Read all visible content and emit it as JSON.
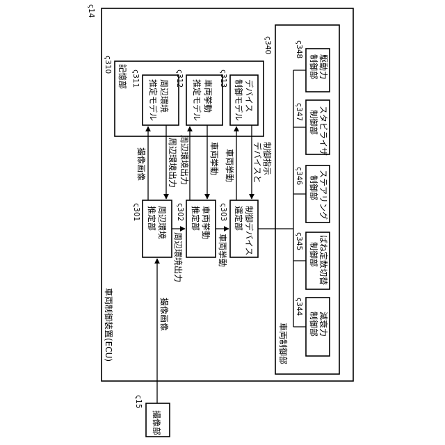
{
  "refs": {
    "ecu": "ς14",
    "camera": "ς15",
    "storage": "ς310",
    "surround_model": "ς311",
    "behavior_model": "ς312",
    "device_model": "ς313",
    "surround_est": "ς301",
    "behavior_est": "ς302",
    "device_sel": "ς303",
    "vehicle_ctrl": "ς340",
    "damping": "ς344",
    "spring": "ς345",
    "steering": "ς346",
    "stabilizer": "ς347",
    "drive": "ς348"
  },
  "labels": {
    "ecu": "車両制御装置(ECU)",
    "camera": "撮像部",
    "storage": "記憶部",
    "surround_model": [
      "周辺環境",
      "推定モデル"
    ],
    "behavior_model": [
      "車両挙動",
      "推定モデル"
    ],
    "device_model": [
      "デバイス",
      "制御モデル"
    ],
    "surround_est": [
      "周辺環境",
      "推定部"
    ],
    "behavior_est": [
      "車両挙動",
      "推定部"
    ],
    "device_sel": [
      "制御デバイス",
      "選定部"
    ],
    "vehicle_ctrl": "車両制御部",
    "damping": [
      "減衰力",
      "制御部"
    ],
    "spring": [
      "ばね定数切替",
      "制御部"
    ],
    "steering": [
      "ステアリング",
      "制御部"
    ],
    "stabilizer": [
      "スタビライザ",
      "制御部"
    ],
    "drive": [
      "駆動力",
      "制御部"
    ]
  },
  "flows": {
    "camera_image_in": "撮像画像",
    "camera_image_model": "撮像画像",
    "surround_out_model": "周辺環境出力",
    "surround_out_behavior_model": "周辺環境出力",
    "surround_out_direct": "周辺環境出力",
    "behavior_to_model": "車両挙動",
    "behavior_direct": "車両挙動",
    "behavior_to_device_model": "車両挙動",
    "device_and_instruction": [
      "デバイスと",
      "制御指示"
    ]
  }
}
